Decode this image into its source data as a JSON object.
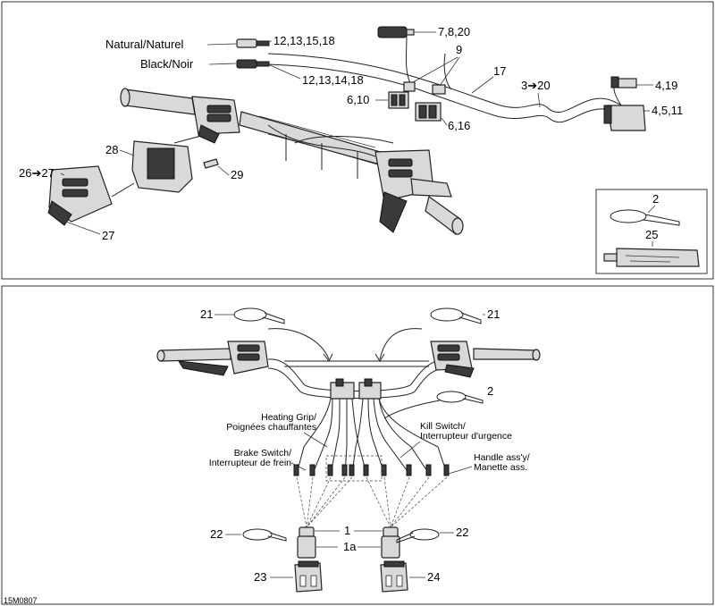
{
  "labels": {
    "natural": "Natural/Naturel",
    "black": "Black/Noir",
    "ref_12_13_15_18": "12,13,15,18",
    "ref_12_13_14_18": "12,13,14,18",
    "ref_7_8_20": "7,8,20",
    "ref_9": "9",
    "ref_17": "17",
    "ref_3_20": "3➔20",
    "ref_4_19": "4,19",
    "ref_4_5_11": "4,5,11",
    "ref_6_10": "6,10",
    "ref_6_16": "6,16",
    "ref_28": "28",
    "ref_29": "29",
    "ref_26_27": "26➔27",
    "ref_27": "27",
    "ref_2_inset": "2",
    "ref_25": "25",
    "ref_21_left": "21",
    "ref_21_right": "21",
    "ref_2_lower": "2",
    "heating_grip": [
      "Heating Grip/",
      "Poignées chauffantes"
    ],
    "kill_switch": [
      "Kill Switch/",
      "Interrupteur d'urgence"
    ],
    "brake_switch": [
      "Brake Switch/",
      "Interrupteur de frein"
    ],
    "handle_assy": [
      "Handle ass'y/",
      "Manette ass."
    ],
    "ref_1": "1",
    "ref_1a": "1a",
    "ref_22_left": "22",
    "ref_22_right": "22",
    "ref_23": "23",
    "ref_24": "24",
    "figure_code": "15M0807"
  }
}
